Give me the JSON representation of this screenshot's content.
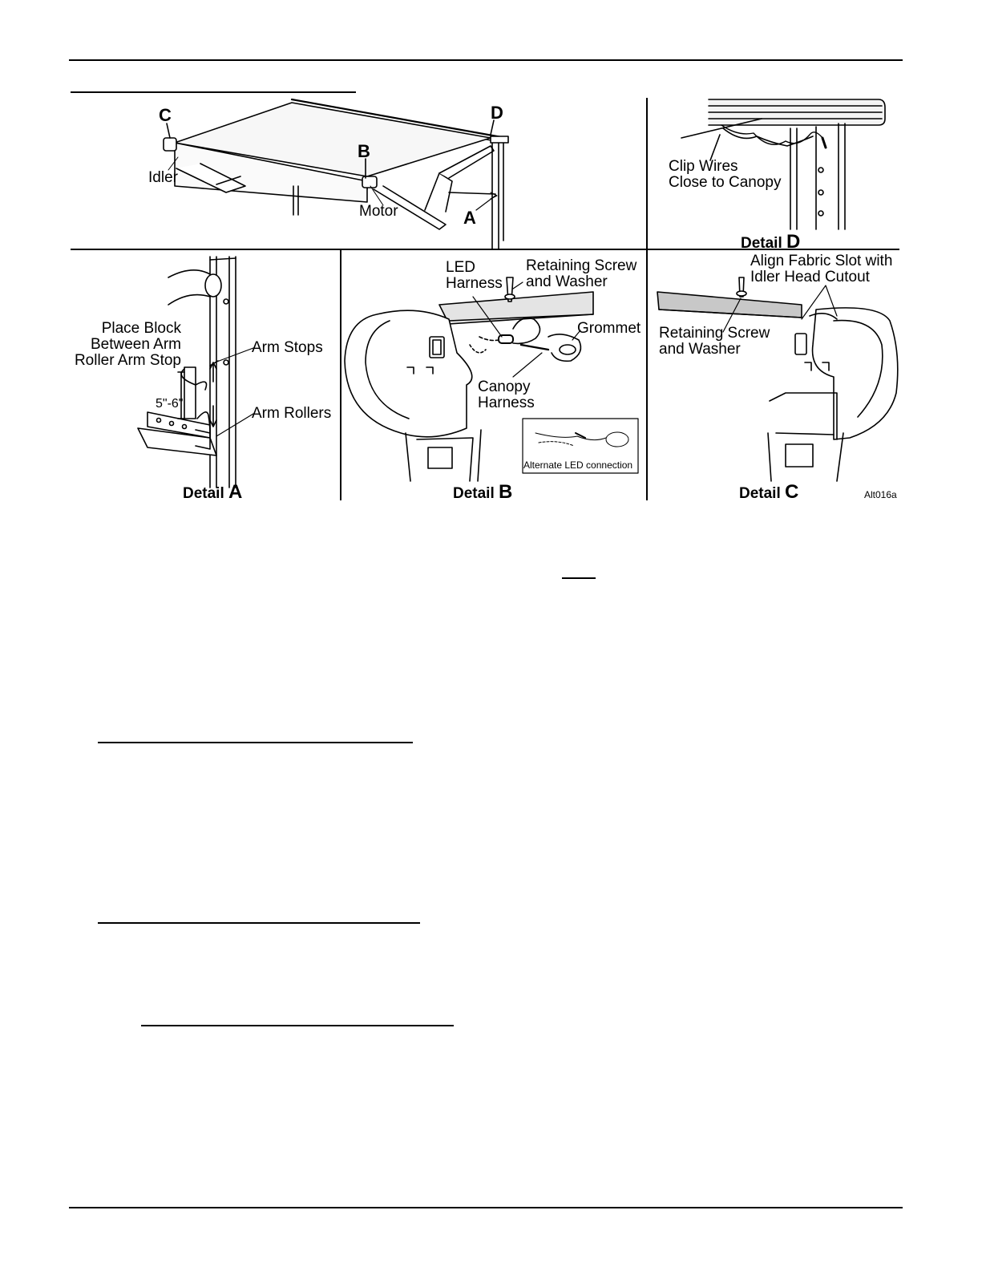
{
  "figure": {
    "overview": {
      "callout_c": "C",
      "callout_d": "D",
      "callout_b": "B",
      "callout_a": "A",
      "idler": "Idler",
      "motor": "Motor"
    },
    "detail_d": {
      "note": "Clip Wires\nClose to Canopy",
      "caption_word": "Detail",
      "caption_letter": "D"
    },
    "detail_a": {
      "place_block": "Place Block\nBetween Arm\nRoller Arm Stop",
      "arm_stops": "Arm Stops",
      "arm_rollers": "Arm Rollers",
      "dimension": "5\"-6\"",
      "caption_word": "Detail",
      "caption_letter": "A"
    },
    "detail_b": {
      "led_harness": "LED\nHarness",
      "retaining_screw": "Retaining Screw\nand Washer",
      "grommet": "Grommet",
      "canopy_harness": "Canopy\nHarness",
      "inset_caption": "Alternate LED connection",
      "caption_word": "Detail",
      "caption_letter": "B"
    },
    "detail_c": {
      "align_note": "Align Fabric Slot with\nIdler Head Cutout",
      "retaining_screw": "Retaining Screw\nand Washer",
      "caption_word": "Detail",
      "caption_letter": "C"
    },
    "figure_id": "Alt016a"
  }
}
